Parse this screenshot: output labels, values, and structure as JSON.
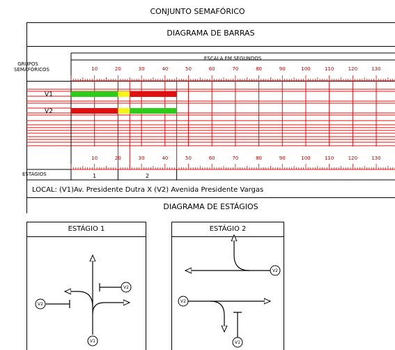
{
  "page_title": "CONJUNTO   SEMAFÓRICO",
  "bar_diagram": {
    "title": "DIAGRAMA  DE  BARRAS",
    "scale_title": "ESCALA EM SEGUNDOS",
    "groups_label_line1": "GRUPOS",
    "groups_label_line2": "SEMAFÓRICOS",
    "stages_label": "ESTÁGIOS",
    "scale_max_seconds": 138,
    "tick_labels": [
      "10",
      "20",
      "30",
      "40",
      "50",
      "60",
      "70",
      "80",
      "90",
      "100",
      "110",
      "120",
      "130"
    ],
    "groups": [
      {
        "name": "V1",
        "intervals": [
          {
            "color": "#2ecc1a",
            "start": 0,
            "end": 20
          },
          {
            "color": "#f5f51a",
            "start": 20,
            "end": 25
          },
          {
            "color": "#e01010",
            "start": 25,
            "end": 45
          }
        ]
      },
      {
        "name": "V2",
        "intervals": [
          {
            "color": "#e01010",
            "start": 0,
            "end": 20
          },
          {
            "color": "#f5f51a",
            "start": 20,
            "end": 25
          },
          {
            "color": "#2ecc1a",
            "start": 25,
            "end": 45
          }
        ]
      }
    ],
    "stages": [
      {
        "label": "1",
        "start": 0,
        "end": 20
      },
      {
        "label": "2",
        "start": 20,
        "end": 45
      }
    ]
  },
  "location": "LOCAL: (V1)Av. Presidente Dutra X (V2) Avenida Presidente Vargas",
  "stage_diagram_title": "DIAGRAMA DE ESTÁGIOS",
  "stage_boxes": [
    {
      "title": "ESTÁGIO  1",
      "labels": [
        "V2",
        "V2",
        "V1"
      ]
    },
    {
      "title": "ESTÁGIO  2",
      "labels": [
        "V2",
        "V2",
        "V1"
      ]
    }
  ],
  "colors": {
    "grid": "#e01010",
    "green": "#2ecc1a",
    "yellow": "#f5f51a",
    "red": "#e01010"
  }
}
